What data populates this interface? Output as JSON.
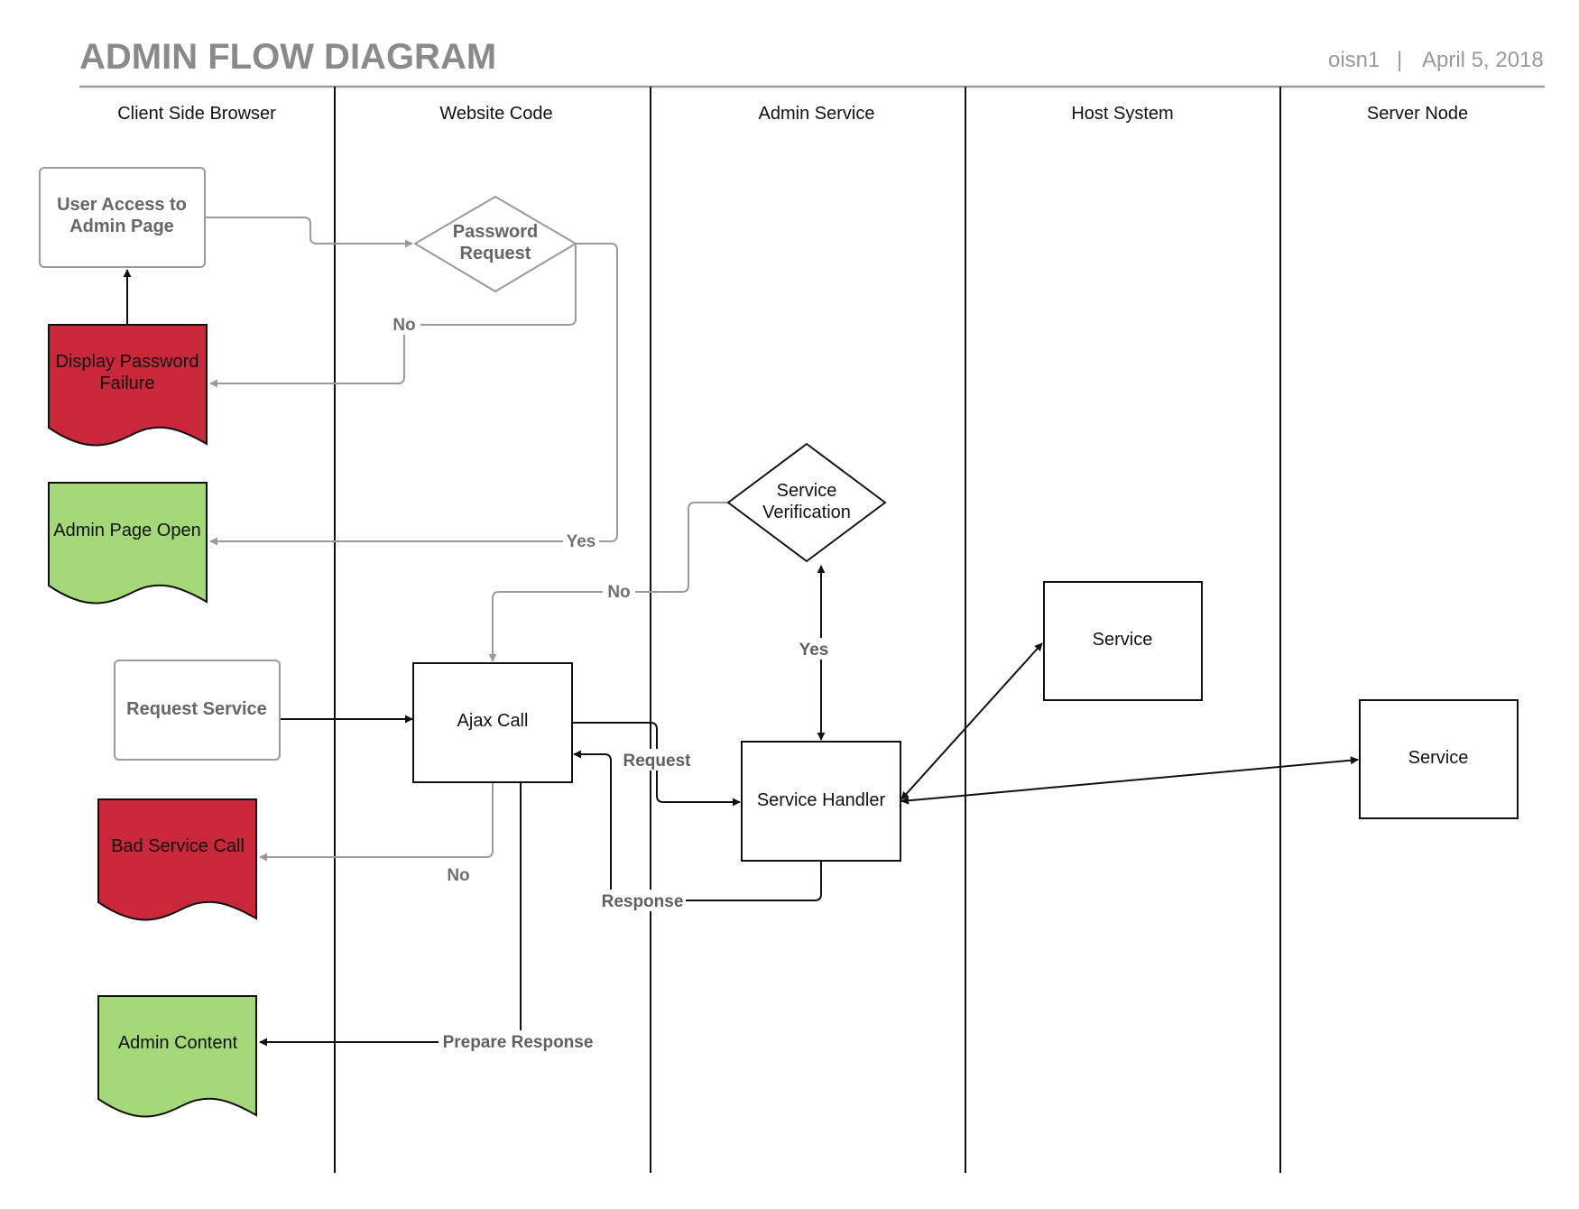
{
  "header": {
    "title": "ADMIN FLOW DIAGRAM",
    "author": "oisn1",
    "separator": "|",
    "date": "April 5, 2018"
  },
  "lanes": [
    "Client Side Browser",
    "Website Code",
    "Admin Service",
    "Host System",
    "Server Node"
  ],
  "nodes": {
    "user_access": [
      "User Access to",
      "Admin Page"
    ],
    "password_request": [
      "Password",
      "Request"
    ],
    "display_password_failure": [
      "Display Password",
      "Failure"
    ],
    "admin_page_open": "Admin Page Open",
    "service_verification": [
      "Service",
      "Verification"
    ],
    "request_service": "Request Service",
    "ajax_call": "Ajax Call",
    "service_handler": "Service Handler",
    "host_service": "Service",
    "server_service": "Service",
    "bad_service_call": "Bad Service Call",
    "admin_content": "Admin Content"
  },
  "edge_labels": {
    "password_no": "No",
    "password_yes": "Yes",
    "verification_no": "No",
    "verification_yes": "Yes",
    "request": "Request",
    "response": "Response",
    "ajax_no": "No",
    "prepare_response": "Prepare Response"
  },
  "colors": {
    "failure_fill": "#c8283a",
    "success_fill": "#a4d878",
    "grey_stroke": "#9a9a9a",
    "black_stroke": "#111111"
  }
}
